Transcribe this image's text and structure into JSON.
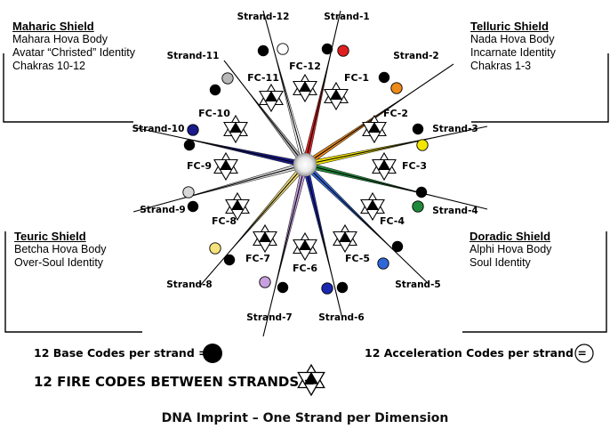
{
  "shields": {
    "maharic": {
      "title": "Maharic Shield",
      "lines": [
        "Mahara Hova Body",
        "Avatar “Christed” Identity",
        "Chakras 10-12"
      ]
    },
    "telluric": {
      "title": "Telluric Shield",
      "lines": [
        "Nada Hova Body",
        "Incarnate Identity",
        "Chakras 1-3"
      ]
    },
    "teuric": {
      "title": "Teuric Shield",
      "lines": [
        "Betcha Hova Body",
        "Over-Soul Identity"
      ]
    },
    "doradic": {
      "title": "Doradic Shield",
      "lines": [
        "Alphi Hova Body",
        "Soul Identity"
      ]
    }
  },
  "strands": [
    {
      "label": "Strand-1",
      "color": "#e02020"
    },
    {
      "label": "Strand-2",
      "color": "#ee8a1a"
    },
    {
      "label": "Strand-3",
      "color": "#f4e600"
    },
    {
      "label": "Strand-4",
      "color": "#1f8a3a"
    },
    {
      "label": "Strand-5",
      "color": "#2f66d8"
    },
    {
      "label": "Strand-6",
      "color": "#1a28b0"
    },
    {
      "label": "Strand-7",
      "color": "#c8a0e0"
    },
    {
      "label": "Strand-8",
      "color": "#f6e27a"
    },
    {
      "label": "Strand-9",
      "color": "#d8d8d8"
    },
    {
      "label": "Strand-10",
      "color": "#1a1a8a"
    },
    {
      "label": "Strand-11",
      "color": "#b8b8b8"
    },
    {
      "label": "Strand-12",
      "color": "#ffffff"
    }
  ],
  "fire_codes": [
    "FC-1",
    "FC-2",
    "FC-3",
    "FC-4",
    "FC-5",
    "FC-6",
    "FC-7",
    "FC-8",
    "FC-9",
    "FC-10",
    "FC-11",
    "FC-12"
  ],
  "legend": {
    "base_codes": "12 Base Codes per strand =",
    "acceleration_codes": "12 Acceleration Codes per strand =",
    "fire_codes": "12 FIRE CODES BETWEEN STRANDS ="
  },
  "caption": "DNA Imprint – One Strand per Dimension"
}
